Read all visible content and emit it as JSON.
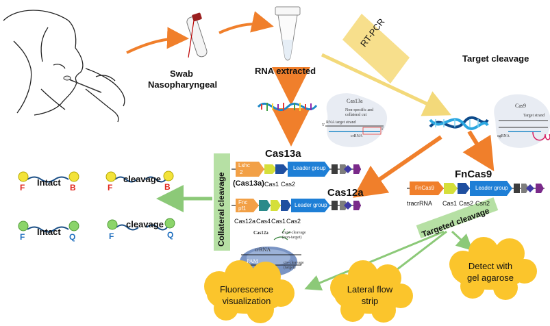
{
  "workflow": {
    "swab_line1": "Swab",
    "swab_line2": "Nasopharyngeal",
    "rna_extracted": "RNA extracted",
    "rt_pcr": "RT-PCR",
    "target_cleavage": "Target cleavage"
  },
  "cas13a": {
    "title": "Cas13a",
    "gene_lshc2_l1": "Lshc",
    "gene_lshc2_l2": "2",
    "gene_leader": "Leader group",
    "label_cas13a": "(Cas13a)",
    "label_cas1": "Cas1",
    "label_cas2": "Cas2",
    "complex_title": "Cas13a",
    "complex_note1": "Non-specific and",
    "complex_note2": "collateral cut",
    "complex_rna_target": "RNA target strand",
    "complex_crrna": "crRNA",
    "complex_5": "5'",
    "complex_3": "3'"
  },
  "cas12a": {
    "title": "Cas12a",
    "gene_fnc_l1": "Fnc",
    "gene_fnc_l2": "pf1",
    "gene_leader": "Leader group",
    "label_cas12a": "Cas12a",
    "label_cas4": "Cas4",
    "label_cas1": "Cas1",
    "label_cas2": "Cas2",
    "complex_title": "Cas12a",
    "complex_crrna": "crRNA",
    "complex_pam": "PAM",
    "complex_trans1": "trans-cleavage",
    "complex_trans2": "(non-target)",
    "complex_cis1": "cis-cleavage",
    "complex_cis2": "(target)"
  },
  "fncas9": {
    "title": "FnCas9",
    "gene_fncas9": "FnCas9",
    "gene_leader": "Leader group",
    "label_tracrrna": "tracrRNA",
    "label_cas1": "Cas1",
    "label_cas2": "Cas2",
    "label_csn2": "Csn2",
    "complex_title": "Cas9",
    "complex_sgrna": "sgRNA",
    "complex_target": "Target strand"
  },
  "collateral_cleavage": "Collateral cleavage",
  "targeted_cleavage": "Targeted  cleavage",
  "reporters": {
    "intact": "Intact",
    "cleavage": "cleavage",
    "f": "F",
    "b": "B",
    "q": "Q"
  },
  "detection": {
    "fluorescence_l1": "Fluorescence",
    "fluorescence_l2": "visualization",
    "lateral_l1": "Lateral flow",
    "lateral_l2": "strip",
    "gel_l1": "Detect with",
    "gel_l2": "gel agarose"
  },
  "colors": {
    "orange_arrow": "#f07f2b",
    "yellow_arrow": "#f3d97a",
    "green_arrow": "#8cc978",
    "green_box": "#b6e0a4",
    "cloud": "#fbc52c",
    "yellow_ball": "#f3e33a",
    "green_ball": "#8bd46a",
    "red_letter": "#e1261c",
    "blue_letter": "#1f6fbf",
    "leader_group": "#1e7fd6"
  }
}
